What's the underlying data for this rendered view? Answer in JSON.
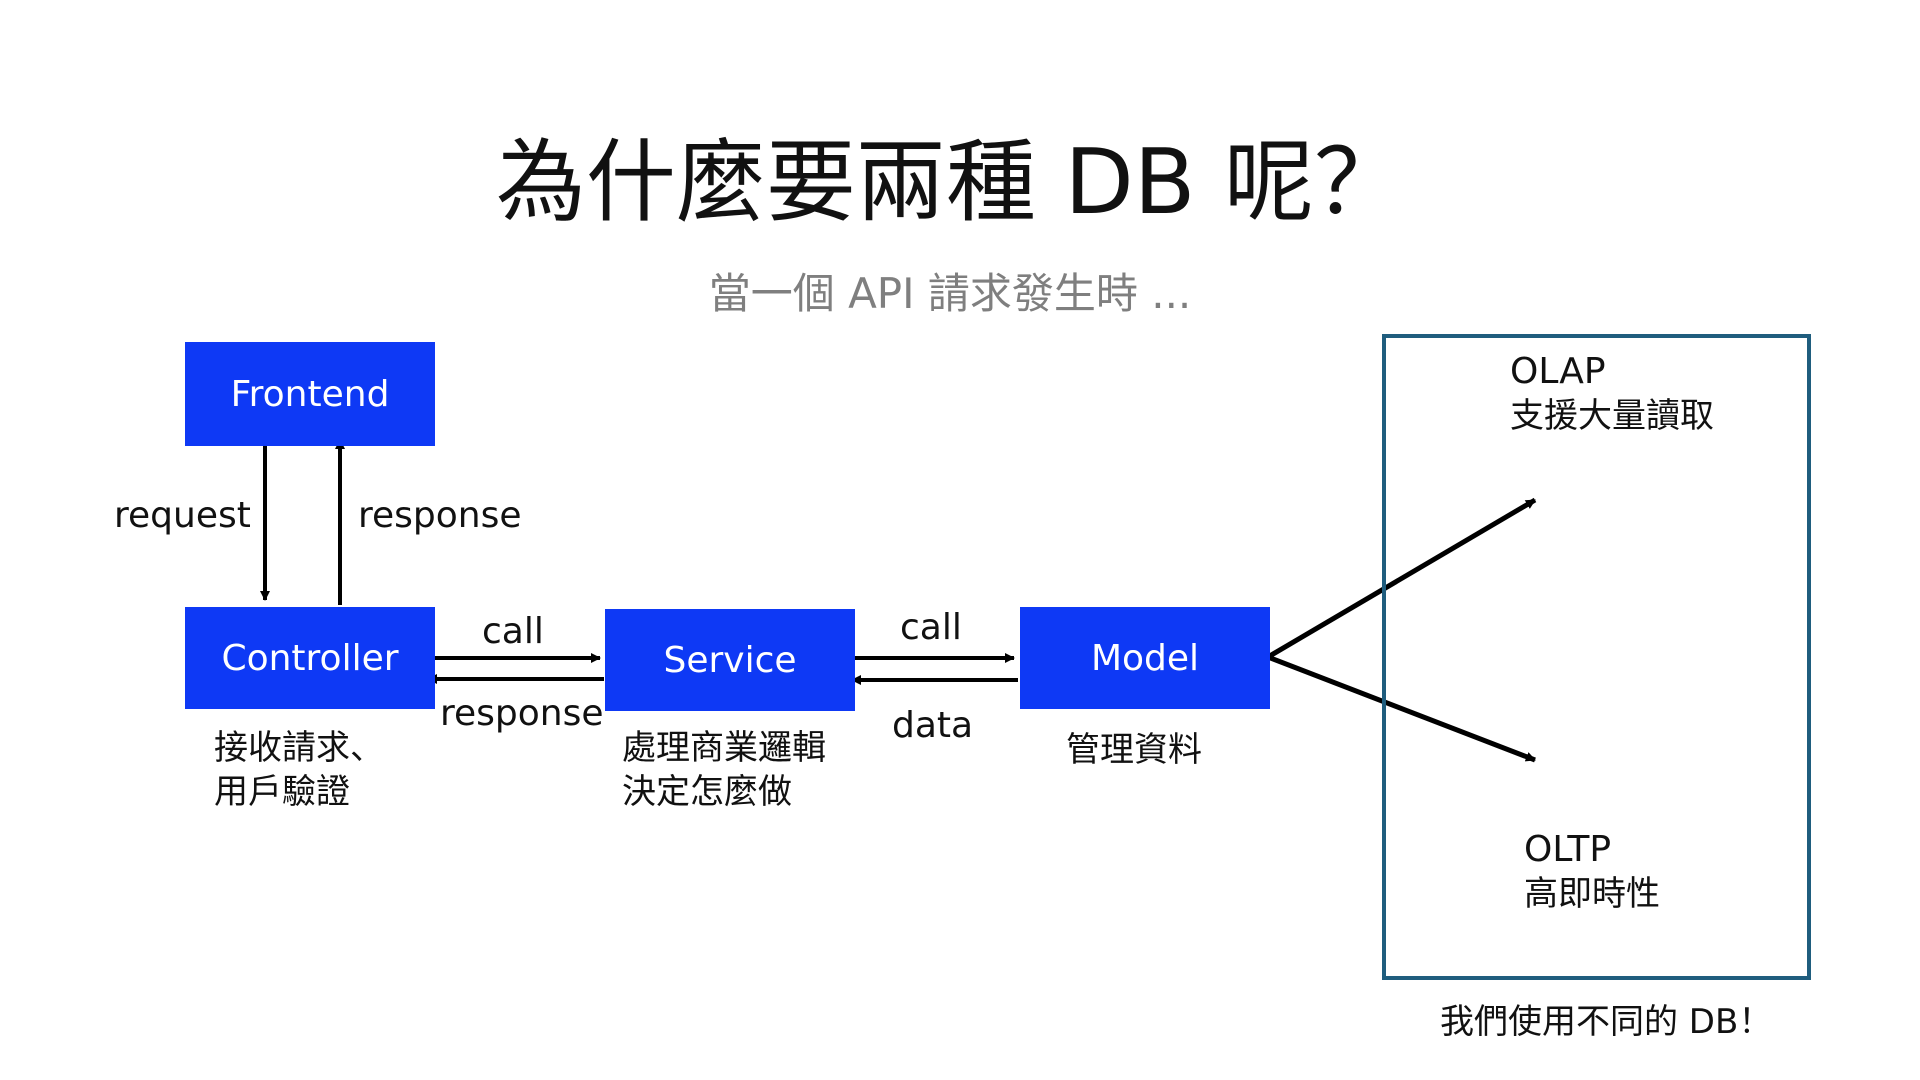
{
  "title": "為什麼要兩種 DB 呢？",
  "subtitle": "當一個 API 請求發生時 ...",
  "boxes": {
    "frontend": "Frontend",
    "controller": "Controller",
    "service": "Service",
    "model": "Model"
  },
  "arrow_labels": {
    "request": "request",
    "response_frontend": "response",
    "call_service": "call",
    "response_service": "response",
    "call_model": "call",
    "data": "data"
  },
  "descriptions": {
    "controller": [
      "接收請求、",
      "用戶驗證"
    ],
    "service": [
      "處理商業邏輯",
      "決定怎麼做"
    ],
    "model": [
      "管理資料"
    ]
  },
  "db": {
    "olap": {
      "name": "OLAP",
      "desc": "支援大量讀取"
    },
    "oltp": {
      "name": "OLTP",
      "desc": "高即時性"
    },
    "note": "我們使用不同的 DB！"
  },
  "colors": {
    "box_fill": "#0e39f5",
    "frame_border": "#1f5d7e",
    "subtitle": "#7f7f7f"
  }
}
